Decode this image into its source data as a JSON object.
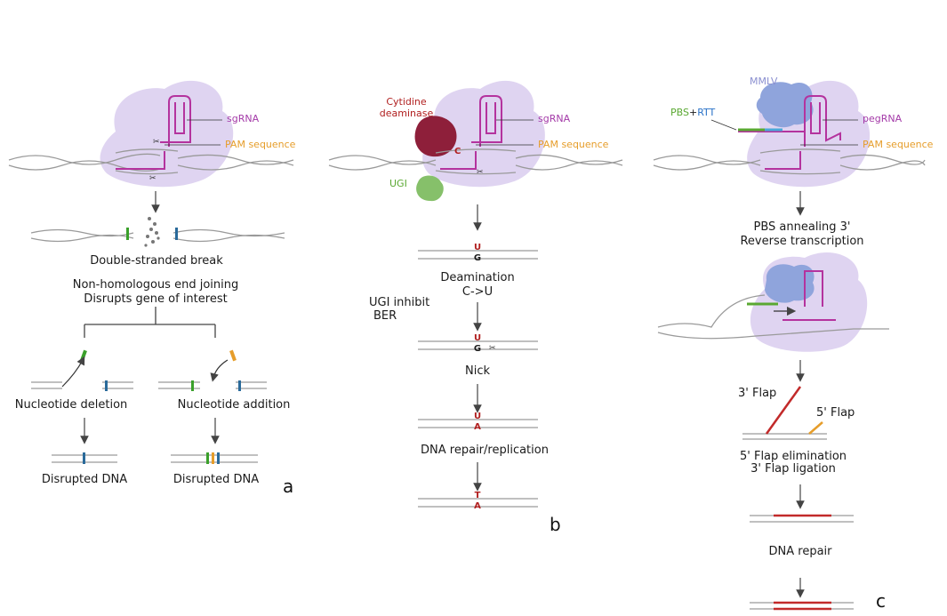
{
  "panel_a": {
    "sgRNA": "sgRNA",
    "pam": "PAM sequence",
    "dsb": "Double-stranded break",
    "nhej_line1": "Non-homologous end joining",
    "nhej_line2": "Disrupts gene of interest",
    "deletion": "Nucleotide deletion",
    "addition": "Nucleotide addition",
    "disrupted_left": "Disrupted DNA",
    "disrupted_right": "Disrupted DNA",
    "letter": "a"
  },
  "panel_b": {
    "cyt_line1": "Cytidine",
    "cyt_line2": "deaminase",
    "sgRNA": "sgRNA",
    "pam": "PAM sequence",
    "ugi": "UGI",
    "c_mark": "C",
    "u1": "U",
    "g1": "G",
    "deamination": "Deamination",
    "c_to_u": "C->U",
    "ugi_inhibit_1": "UGI inhibit",
    "ugi_inhibit_2": "BER",
    "u2": "U",
    "g2": "G",
    "nick": "Nick",
    "u3": "U",
    "a3": "A",
    "repair": "DNA repair/replication",
    "t4": "T",
    "a4": "A",
    "letter": "b"
  },
  "panel_c": {
    "mmlv": "MMLV",
    "pbs": "PBS",
    "plus": "+",
    "rtt": "RTT",
    "pegRNA": "pegRNA",
    "pam": "PAM sequence",
    "pbs_line1": "PBS annealing 3'",
    "pbs_line2": "Reverse transcription",
    "flap3": "3' Flap",
    "flap5": "5' Flap",
    "elim_line1": "5' Flap elimination",
    "elim_line2": "3' Flap ligation",
    "dna_repair": "DNA repair",
    "letter": "c"
  },
  "colors": {
    "cas_body": "#d9cdef",
    "rna": "#b4339e",
    "pam": "#e8a33a",
    "dna": "#9a9a9a",
    "deaminase": "#8e1f3a",
    "ugi": "#86c06a",
    "mmlv": "#8fa4dc",
    "flap_red": "#c22a2a"
  }
}
